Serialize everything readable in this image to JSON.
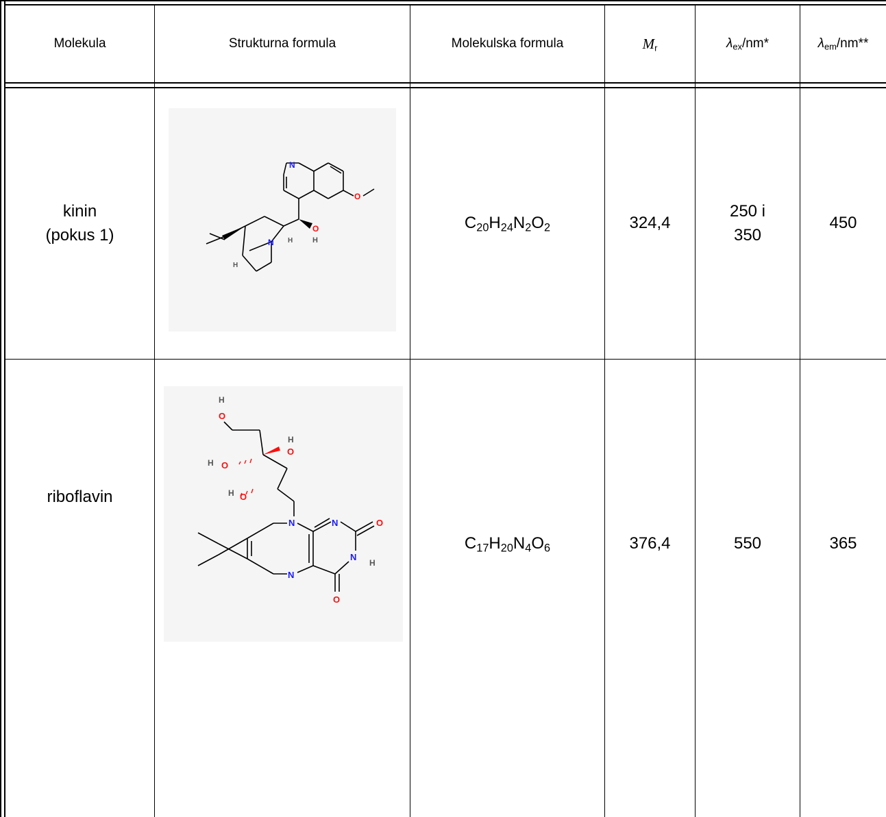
{
  "header": {
    "molekula": "Molekula",
    "strukturna": "Strukturna formula",
    "molekulska": "Molekulska formula",
    "mr_sym": "M",
    "mr_sub": "r",
    "lex_sym": "λ",
    "lex_sub": "ex",
    "lex_unit": "/nm*",
    "lem_sym": "λ",
    "lem_sub": "em",
    "lem_unit": "/nm**"
  },
  "rows": [
    {
      "name_line1": "kinin",
      "name_line2": "(pokus 1)",
      "formula": [
        {
          "el": "C",
          "n": "20"
        },
        {
          "el": "H",
          "n": "24"
        },
        {
          "el": "N",
          "n": "2"
        },
        {
          "el": "O",
          "n": "2"
        }
      ],
      "mr": "324,4",
      "lex_line1": "250 i",
      "lex_line2": "350",
      "lem": "450",
      "atom_labels": {
        "N": "N",
        "O": "O",
        "H": "H"
      }
    },
    {
      "name": "riboflavin",
      "formula": [
        {
          "el": "C",
          "n": "17"
        },
        {
          "el": "H",
          "n": "20"
        },
        {
          "el": "N",
          "n": "4"
        },
        {
          "el": "O",
          "n": "6"
        }
      ],
      "mr": "376,4",
      "lex": "550",
      "lem": "365",
      "atom_labels": {
        "N": "N",
        "O": "O",
        "H": "H"
      }
    }
  ],
  "colors": {
    "grid": "#000000",
    "structure_bg": "#f5f5f5",
    "bond": "#000000",
    "nitrogen": "#1a1aff",
    "oxygen": "#ff0d0d",
    "hydrogen": "#555555"
  }
}
